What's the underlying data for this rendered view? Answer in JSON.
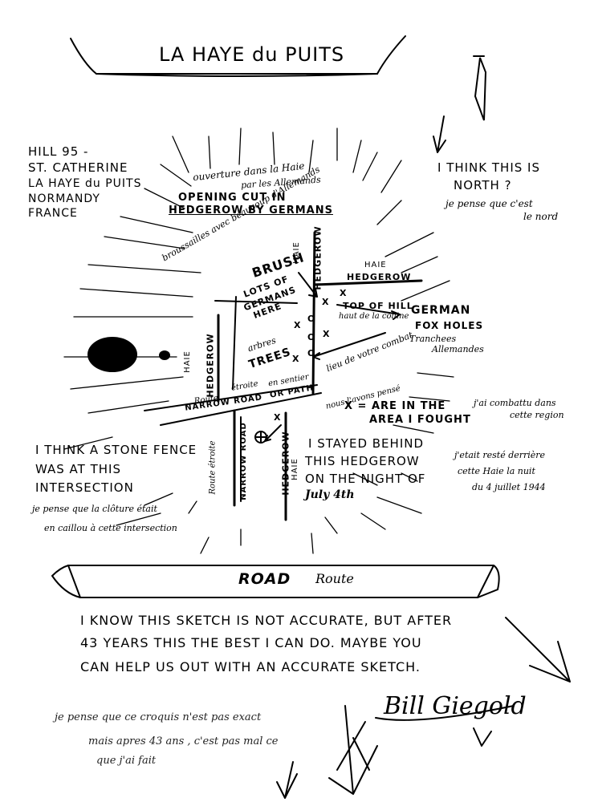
{
  "title": "LA HAYE du PUITS",
  "location": {
    "line1": "HILL 95 -",
    "line2": "ST. CATHERINE",
    "line3": "LA HAYE du PUITS",
    "line4": "NORMANDY",
    "line5": "FRANCE"
  },
  "opening": {
    "fr_line1": "ouverture dans la Haie",
    "fr_line2": "par les Allemands",
    "en_line1": "OPENING CUT IN",
    "en_line2": "HEDGEROW BY GERMANS"
  },
  "north": {
    "en_line1": "I THINK THIS IS",
    "en_line2": "NORTH ?",
    "fr_line1": "je pense que c'est",
    "fr_line2": "le nord"
  },
  "brush": {
    "fr": "broussailles avec beaucoup d'Allemands",
    "en1": "BRUSH",
    "en2": "LOTS OF",
    "en3": "GERMANS",
    "en4": "HERE"
  },
  "trees": {
    "fr": "arbres",
    "en": "TREES"
  },
  "hedgerow_labels": {
    "top_fr": "HAIE",
    "top_en": "HEDGEROW",
    "right_fr": "HAIE",
    "right_en": "HEDGEROW",
    "left_fr": "HAIE",
    "left_en": "HEDGEROW",
    "bottom_fr": "HAIE",
    "bottom_en": "HEDGEROW"
  },
  "top_of_hill": {
    "en": "TOP OF HILL",
    "fr": "haut de la colline"
  },
  "foxholes": {
    "en1": "GERMAN",
    "en2": "FOX HOLES",
    "fr1": "Tranchees",
    "fr2": "Allemandes"
  },
  "roads": {
    "narrow_road_en": "NARROW ROAD",
    "narrow_road_fr1": "Route",
    "narrow_road_fr2": "étroite",
    "narrow_road_fr3": "en sentier",
    "dirt_path": "OR PATH",
    "narrow_road_vertical": "NARROW ROAD",
    "route_etroite_vertical": "Route étroite",
    "main_road_en": "ROAD",
    "main_road_fr": "Route"
  },
  "legend": {
    "fr_line1": "lieu de votre combat",
    "fr_line2": "nous l'avons pensé",
    "en_line1": "X = ARE IN THE",
    "en_line2": "AREA I FOUGHT",
    "fr_right1": "j'ai combattu dans",
    "fr_right2": "cette region"
  },
  "stone_fence": {
    "en1": "I THINK A STONE FENCE",
    "en2": "WAS AT THIS",
    "en3": "INTERSECTION",
    "fr1": "je pense que la clôture était",
    "fr2": "en caillou à cette intersection"
  },
  "stayed": {
    "en1": "I STAYED BEHIND",
    "en2": "THIS HEDGEROW",
    "en3": "ON THE NIGHT OF",
    "en4": "July 4th",
    "fr1": "j'etait resté derrière",
    "fr2": "cette Haie la nuit",
    "fr3": "du 4 juillet 1944"
  },
  "footer": {
    "en1": "I KNOW THIS SKETCH IS NOT ACCURATE, BUT AFTER",
    "en2": "43 YEARS THIS THE BEST I CAN DO. MAYBE YOU",
    "en3": "CAN HELP US OUT WITH AN ACCURATE SKETCH.",
    "fr1": "je pense que ce croquis n'est pas exact",
    "fr2": "mais apres 43 ans , c'est pas mal ce",
    "fr3": "que j'ai fait",
    "signature": "Bill Giegold"
  }
}
